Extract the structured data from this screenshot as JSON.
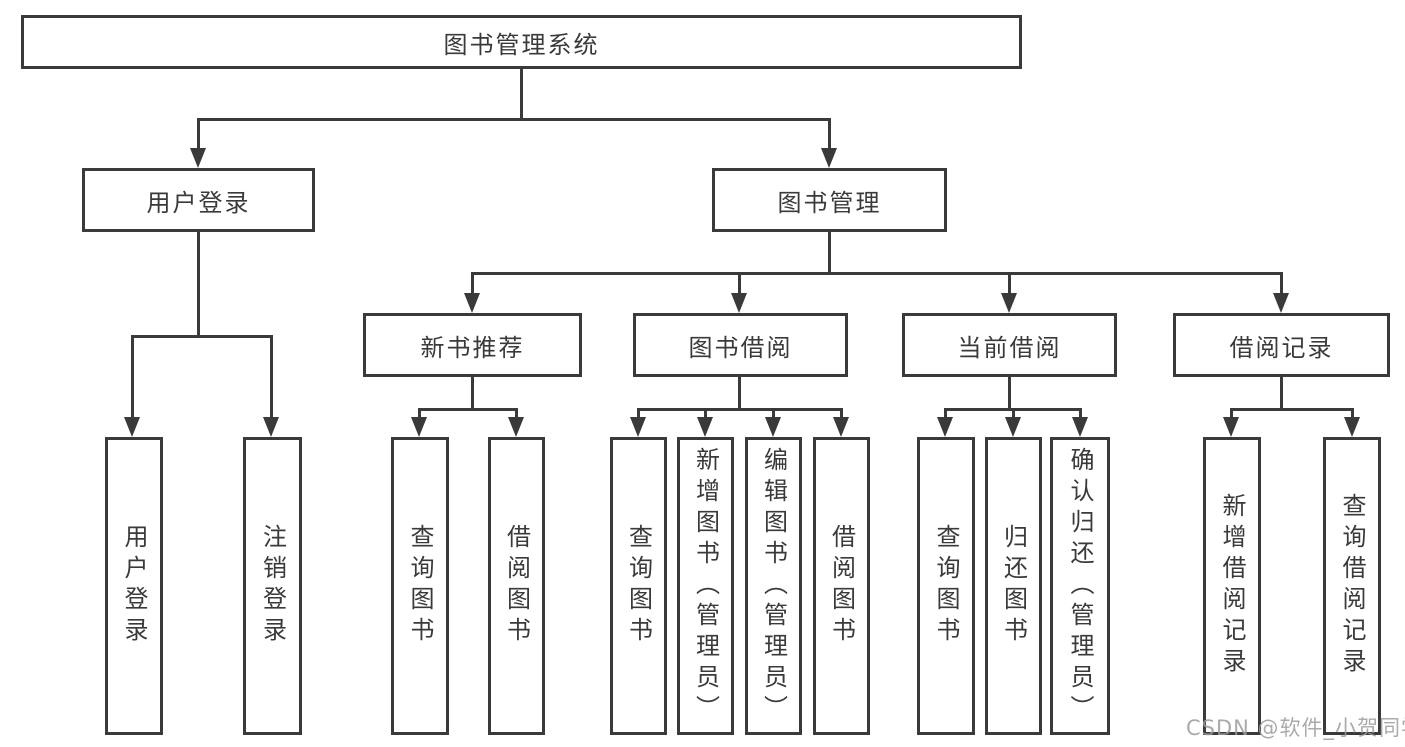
{
  "tree": {
    "root": "图书管理系统",
    "branches": [
      {
        "label": "用户登录",
        "children": [
          "用户登录",
          "注销登录"
        ]
      },
      {
        "label": "图书管理",
        "groups": [
          {
            "label": "新书推荐",
            "children": [
              "查询图书",
              "借阅图书"
            ]
          },
          {
            "label": "图书借阅",
            "children": [
              "查询图书",
              "新增图书（管理员）",
              "编辑图书（管理员）",
              "借阅图书"
            ]
          },
          {
            "label": "当前借阅",
            "children": [
              "查询图书",
              "归还图书",
              "确认归还（管理员）"
            ]
          },
          {
            "label": "借阅记录",
            "children": [
              "新增借阅记录",
              "查询借阅记录"
            ]
          }
        ]
      }
    ]
  },
  "watermark": {
    "text": "CSDN @软件_小贺同学"
  },
  "colors": {
    "line": "#3a3a3a",
    "text": "#3a3a3a",
    "background": "#ffffff",
    "watermark": "#9b9b9b"
  }
}
